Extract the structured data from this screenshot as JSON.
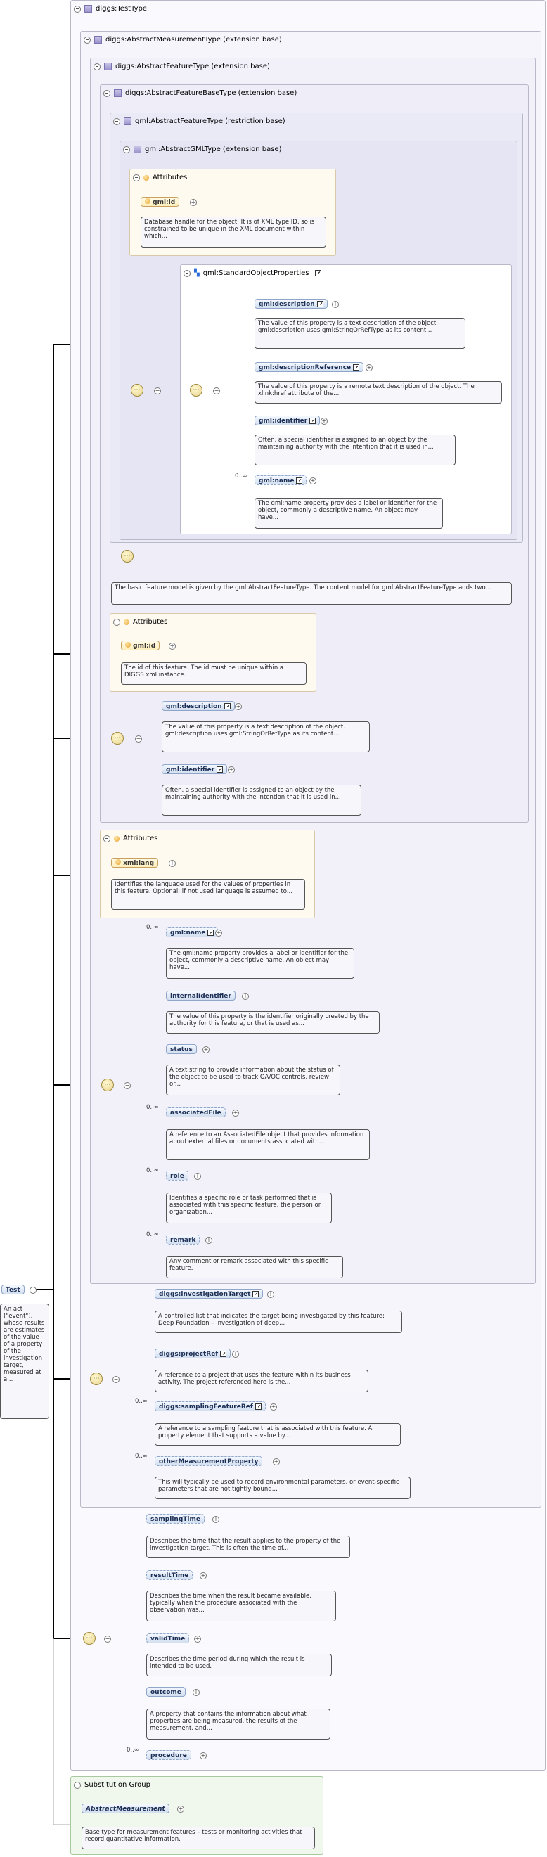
{
  "root": {
    "label": "Test",
    "doc": "An act (\"event\"), whose results are estimates of the value of a property of the investigation target, measured at a..."
  },
  "type_headers": {
    "test_type": "diggs:TestType",
    "measurement": "diggs:AbstractMeasurementType (extension base)",
    "feature": "diggs:AbstractFeatureType (extension base)",
    "feature_base": "diggs:AbstractFeatureBaseType (extension base)",
    "gml_feature": "gml:AbstractFeatureType (restriction base)",
    "gml_gml": "gml:AbstractGMLType (extension base)"
  },
  "gml_gml": {
    "attributes_title": "Attributes",
    "attr": "gml:id",
    "attr_doc": "Database handle for the object. It is of XML type ID, so is constrained to be unique in the XML document within which...",
    "group": "gml:StandardObjectProperties",
    "items": [
      {
        "name": "gml:description",
        "doc": "The value of this property is a text description of the object. gml:description uses gml:StringOrRefType as its content..."
      },
      {
        "name": "gml:descriptionReference",
        "doc": "The value of this property is a remote text description of the object. The xlink:href attribute of the..."
      },
      {
        "name": "gml:identifier",
        "doc": "Often, a special identifier is assigned to an object by the maintaining authority with the intention that it is used in..."
      },
      {
        "name": "gml:name",
        "occurs": "0..∞",
        "doc": "The gml:name property provides a label or identifier for the object, commonly a descriptive name. An object may have..."
      }
    ]
  },
  "gml_feature_doc": "The basic feature model is given by the gml:AbstractFeatureType. The content model for gml:AbstractFeatureType adds two...",
  "feature_base": {
    "attributes_title": "Attributes",
    "attr": "gml:id",
    "attr_doc": "The id of this feature. The id must be unique within a DIGGS xml instance.",
    "items": [
      {
        "name": "gml:description",
        "doc": "The value of this property is a text description of the object. gml:description uses gml:StringOrRefType as its content..."
      },
      {
        "name": "gml:identifier",
        "doc": "Often, a special identifier is assigned to an object by the maintaining authority with the intention that it is used in..."
      }
    ]
  },
  "feature": {
    "attributes_title": "Attributes",
    "attr": "xml:lang",
    "attr_doc": "Identifies the language used for the values of properties in this feature. Optional; if not used language is assumed to...",
    "items": [
      {
        "name": "gml:name",
        "occurs": "0..∞",
        "doc": "The gml:name property provides a label or identifier for the object, commonly a descriptive name. An object may have..."
      },
      {
        "name": "internalIdentifier",
        "doc": "The value of this property is the identifier originally created by the authority for this feature, or that is used as..."
      },
      {
        "name": "status",
        "doc": "A text string to provide information about the status of the object to be used to track QA/QC controls, review or..."
      },
      {
        "name": "associatedFile",
        "occurs": "0..∞",
        "doc": "A reference to an AssociatedFile object that provides information about external files or documents associated with..."
      },
      {
        "name": "role",
        "occurs": "0..∞",
        "doc": "Identifies a specific role or task performed that is associated with this specific feature, the person or organization..."
      },
      {
        "name": "remark",
        "occurs": "0..∞",
        "doc": "Any comment or remark associated with this specific feature."
      }
    ]
  },
  "measurement": {
    "items": [
      {
        "name": "diggs:investigationTarget",
        "doc": "A controlled list that indicates the target being investigated by this feature: Deep Foundation – investigation of deep..."
      },
      {
        "name": "diggs:projectRef",
        "doc": "A reference to a project that uses the feature within its business activity. The project referenced here is the..."
      },
      {
        "name": "diggs:samplingFeatureRef",
        "occurs": "0..∞",
        "doc": "A reference to a sampling feature that is associated with this feature. A property element that supports a value by..."
      },
      {
        "name": "otherMeasurementProperty",
        "occurs": "0..∞",
        "doc": "This will typically be used to record environmental parameters, or event-specific parameters that are not tightly bound..."
      }
    ]
  },
  "test": {
    "items": [
      {
        "name": "samplingTime",
        "doc": "Describes the time that the result applies to the property of the investigation target. This is often the time of..."
      },
      {
        "name": "resultTime",
        "doc": "Describes the time when the result became available, typically when the procedure associated with the observation was..."
      },
      {
        "name": "validTime",
        "doc": "Describes the time period during which the result is intended to be used."
      },
      {
        "name": "outcome",
        "doc": "A property that contains the information about what properties are being measured, the results of the measurement, and..."
      },
      {
        "name": "procedure",
        "occurs": "0..∞"
      }
    ]
  },
  "substitution": {
    "title": "Substitution Group",
    "element": "AbstractMeasurement",
    "doc": "Base type for measurement features – tests or monitoring activities that record quantitative information."
  }
}
